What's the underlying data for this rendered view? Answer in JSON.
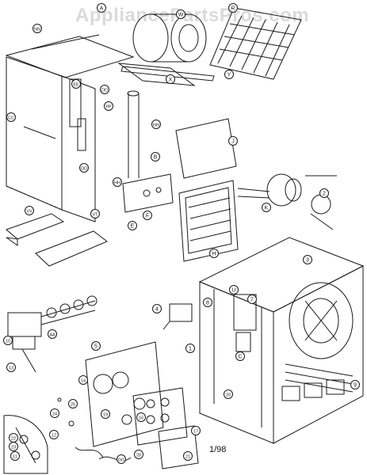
{
  "watermark": "AppliancePartsPros.com",
  "date_stamp": "1/98",
  "callouts": [
    "A",
    "W",
    "R",
    "NN",
    "X",
    "Y",
    "EE",
    "DD",
    "CC",
    "PP",
    "NN",
    "DD",
    "HH",
    "B",
    "J",
    "K",
    "E",
    "F",
    "H",
    "VV",
    "VT",
    "3",
    "U",
    "7",
    "8",
    "9",
    "1",
    "4",
    "2",
    "C",
    "5",
    "AA",
    "10",
    "13",
    "14",
    "16",
    "19",
    "20",
    "17",
    "21",
    "22",
    "23",
    "11",
    "12",
    "24",
    "25",
    "28",
    "GG"
  ],
  "colors": {
    "ink": "#1a1a1a",
    "paper": "#ffffff"
  }
}
